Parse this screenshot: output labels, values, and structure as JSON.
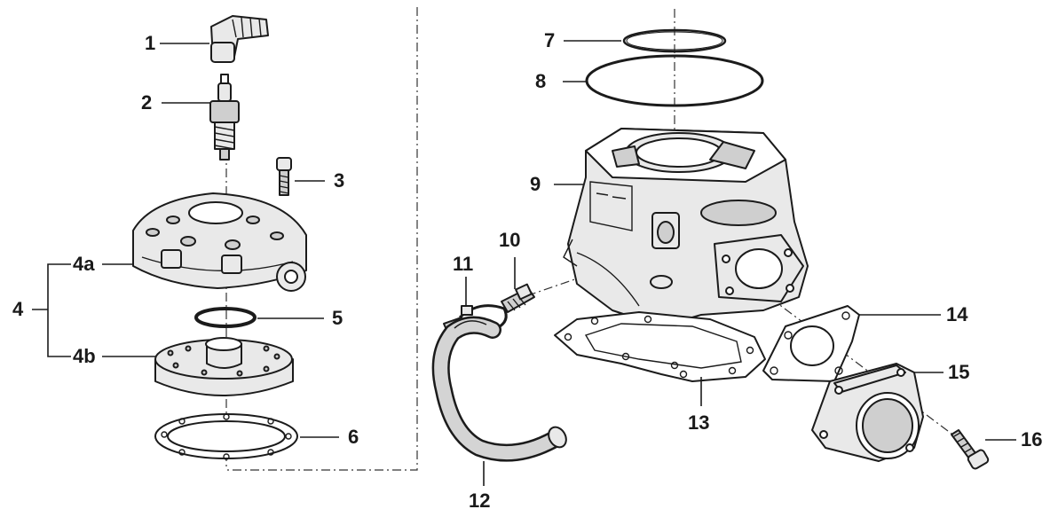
{
  "labels": {
    "l1": "1",
    "l2": "2",
    "l3": "3",
    "l4": "4",
    "l4a": "4a",
    "l4b": "4b",
    "l5": "5",
    "l6": "6",
    "l7": "7",
    "l8": "8",
    "l9": "9",
    "l10": "10",
    "l11": "11",
    "l12": "12",
    "l13": "13",
    "l14": "14",
    "l15": "15",
    "l16": "16"
  },
  "colors": {
    "line": "#1b1b1b",
    "fill": "#e9e9e9",
    "shade": "#cfcfcf"
  }
}
